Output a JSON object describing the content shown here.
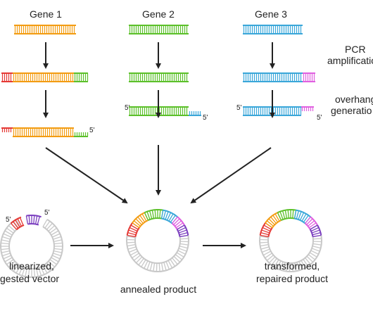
{
  "headers": {
    "gene1": "Gene 1",
    "gene2": "Gene 2",
    "gene3": "Gene 3"
  },
  "steps": {
    "pcr_line1": "PCR",
    "pcr_line2": "amplificatio",
    "overhang_line1": "overhang",
    "overhang_line2": "generatio"
  },
  "captions": {
    "vector_line1": "linearized,",
    "vector_line2": "gested vector",
    "annealed": "annealed product",
    "final_line1": "transformed,",
    "final_line2": "repaired product"
  },
  "end_labels": {
    "five_prime": "5'"
  },
  "colors": {
    "gene1": "#f39c12",
    "gene2": "#5cc02a",
    "gene3": "#3aa7d9",
    "vector_end_left": "#e53935",
    "vector_end_right": "#7b3fbf",
    "vector_backbone": "#c8c8c8",
    "overhang_pink": "#e060e0",
    "arrow": "#222222"
  }
}
